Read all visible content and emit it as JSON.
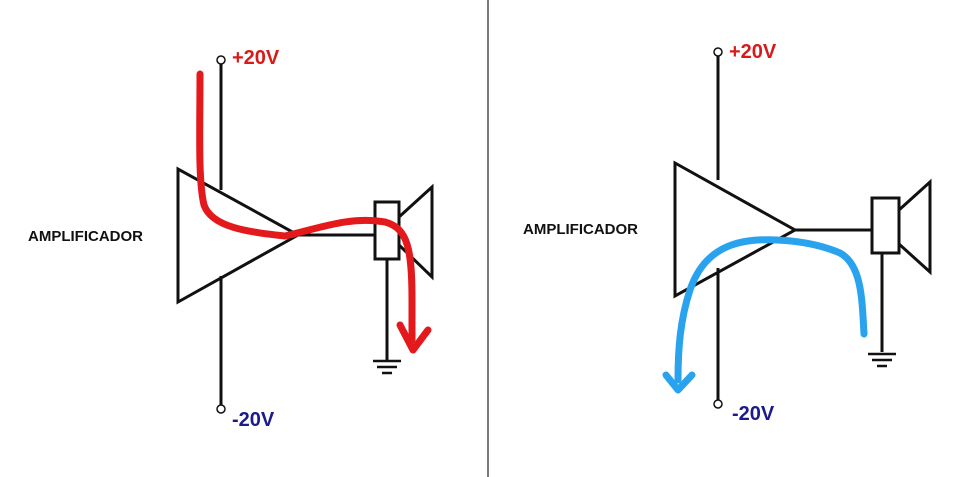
{
  "left_panel": {
    "amp_label": "AMPLIFICADOR",
    "positive_label": "+20V",
    "negative_label": "-20V",
    "current_path_color": "#e3191c"
  },
  "right_panel": {
    "amp_label": "AMPLIFICADOR",
    "positive_label": "+20V",
    "negative_label": "-20V",
    "current_path_color": "#2aa3ee"
  },
  "colors": {
    "positive": "#d71a1a",
    "negative": "#1c1a8c",
    "line": "#111111",
    "divider": "#7a7a7a"
  }
}
